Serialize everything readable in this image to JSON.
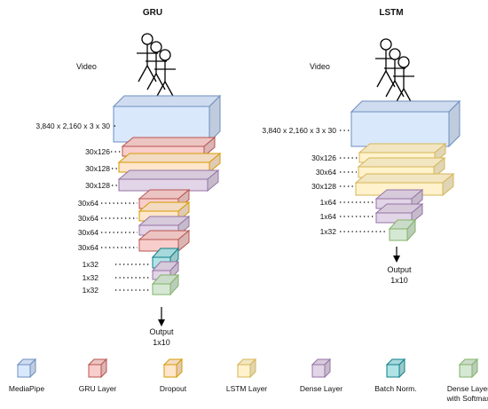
{
  "gru": {
    "title": "GRU",
    "input_label": "Video",
    "output_line1": "Output",
    "output_line2": "1x10",
    "layers": [
      {
        "label": "3,840 x 2,160 x 3 x 30",
        "kind": "mediapipe"
      },
      {
        "label": "30x126",
        "kind": "gru"
      },
      {
        "label": "30x128",
        "kind": "dropout"
      },
      {
        "label": "30x128",
        "kind": "dense"
      },
      {
        "label": "30x64",
        "kind": "gru"
      },
      {
        "label": "30x64",
        "kind": "dropout"
      },
      {
        "label": "30x64",
        "kind": "dense"
      },
      {
        "label": "30x64",
        "kind": "gru"
      },
      {
        "label": "1x32",
        "kind": "batchnorm"
      },
      {
        "label": "1x32",
        "kind": "dense"
      },
      {
        "label": "1x32",
        "kind": "softmax"
      }
    ]
  },
  "lstm": {
    "title": "LSTM",
    "input_label": "Video",
    "output_line1": "Output",
    "output_line2": "1x10",
    "layers": [
      {
        "label": "3,840 x 2,160 x 3 x 30",
        "kind": "mediapipe"
      },
      {
        "label": "30x126",
        "kind": "lstm"
      },
      {
        "label": "30x64",
        "kind": "lstm"
      },
      {
        "label": "30x128",
        "kind": "lstm"
      },
      {
        "label": "1x64",
        "kind": "dense"
      },
      {
        "label": "1x64",
        "kind": "dense"
      },
      {
        "label": "1x32",
        "kind": "softmax"
      }
    ]
  },
  "legend": [
    {
      "kind": "mediapipe",
      "line1": "MediaPipe",
      "line2": ""
    },
    {
      "kind": "gru",
      "line1": "GRU Layer",
      "line2": ""
    },
    {
      "kind": "dropout",
      "line1": "Dropout",
      "line2": ""
    },
    {
      "kind": "lstm",
      "line1": "LSTM Layer",
      "line2": ""
    },
    {
      "kind": "dense",
      "line1": "Dense Layer",
      "line2": ""
    },
    {
      "kind": "batchnorm",
      "line1": "Batch Norm.",
      "line2": ""
    },
    {
      "kind": "softmax",
      "line1": "Dense Layer",
      "line2": "with Softmax"
    }
  ],
  "colors": {
    "mediapipe": {
      "fill": "#dae8fc",
      "stroke": "#6c8ebf"
    },
    "gru": {
      "fill": "#f8cecc",
      "stroke": "#b85450"
    },
    "dropout": {
      "fill": "#ffe6cc",
      "stroke": "#d79b00"
    },
    "lstm": {
      "fill": "#fff2cc",
      "stroke": "#d6b656"
    },
    "dense": {
      "fill": "#e1d5e7",
      "stroke": "#9673a6"
    },
    "batchnorm": {
      "fill": "#b0e3e6",
      "stroke": "#0e8088"
    },
    "softmax": {
      "fill": "#d5e8d4",
      "stroke": "#82b366"
    }
  }
}
